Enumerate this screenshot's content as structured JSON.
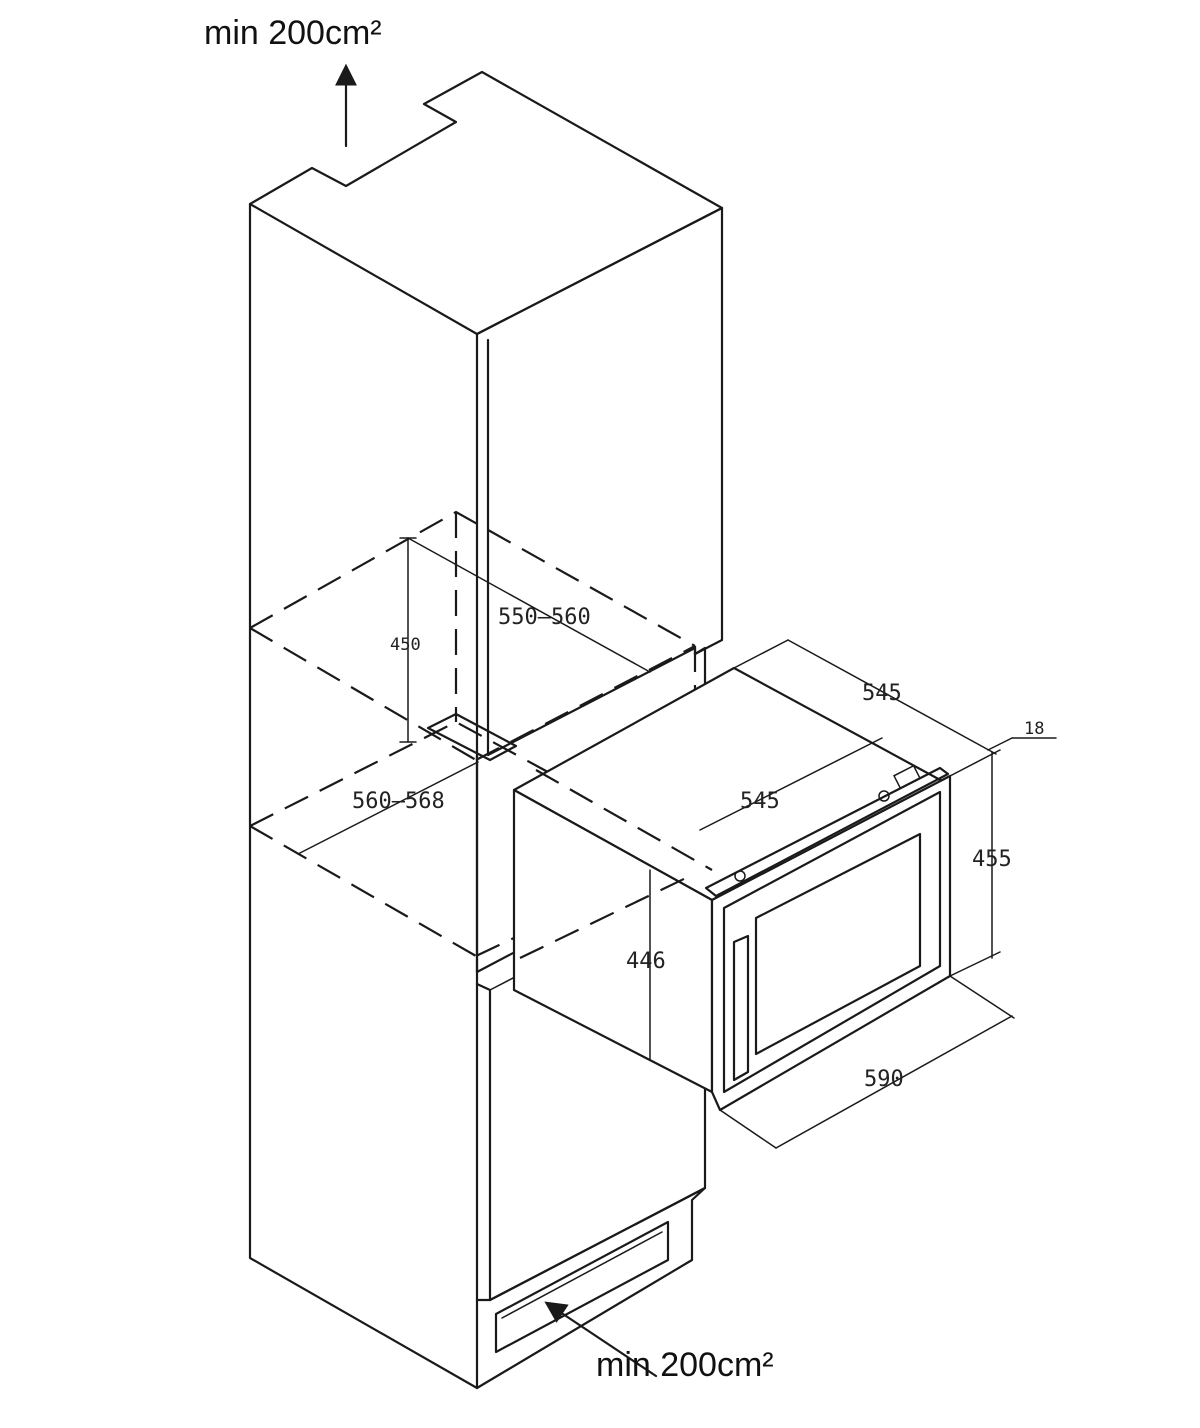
{
  "vents": {
    "top_label": "min 200cm²",
    "bottom_label": "min 200cm²"
  },
  "dimensions": {
    "niche_height": "450",
    "niche_depth": "550–560",
    "niche_width": "560–568",
    "appliance_depth_top": "545",
    "appliance_depth_side": "545",
    "appliance_height_front": "455",
    "appliance_height_body": "446",
    "appliance_width": "590",
    "front_thickness": "18"
  }
}
